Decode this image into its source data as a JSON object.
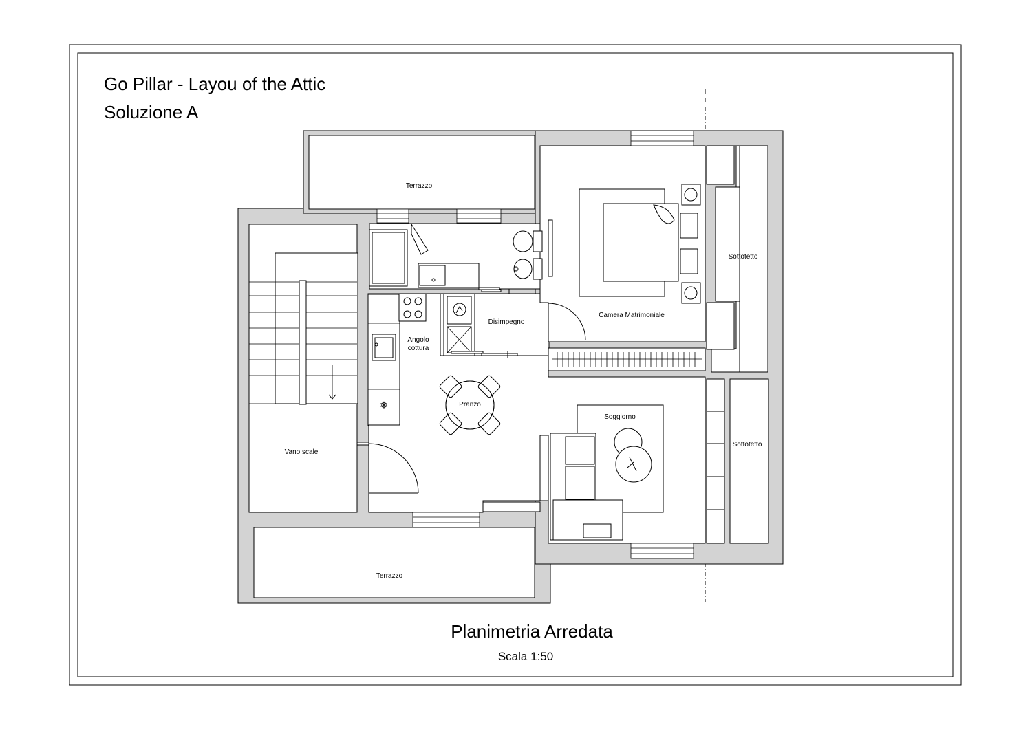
{
  "header": {
    "title": "Go Pillar - Layou of the Attic",
    "subtitle": "Soluzione A"
  },
  "footer": {
    "title": "Planimetria Arredata",
    "scale": "Scala 1:50"
  },
  "rooms": {
    "terrazzo_top": "Terrazzo",
    "terrazzo_bottom": "Terrazzo",
    "sottotetto_top": "Sottotetto",
    "sottotetto_bottom": "Sottotetto",
    "camera": "Camera Matrimoniale",
    "disimpegno": "Disimpegno",
    "angolo_line1": "Angolo",
    "angolo_line2": "cottura",
    "pranzo": "Pranzo",
    "soggiorno": "Soggiorno",
    "vano_scale": "Vano scale"
  }
}
